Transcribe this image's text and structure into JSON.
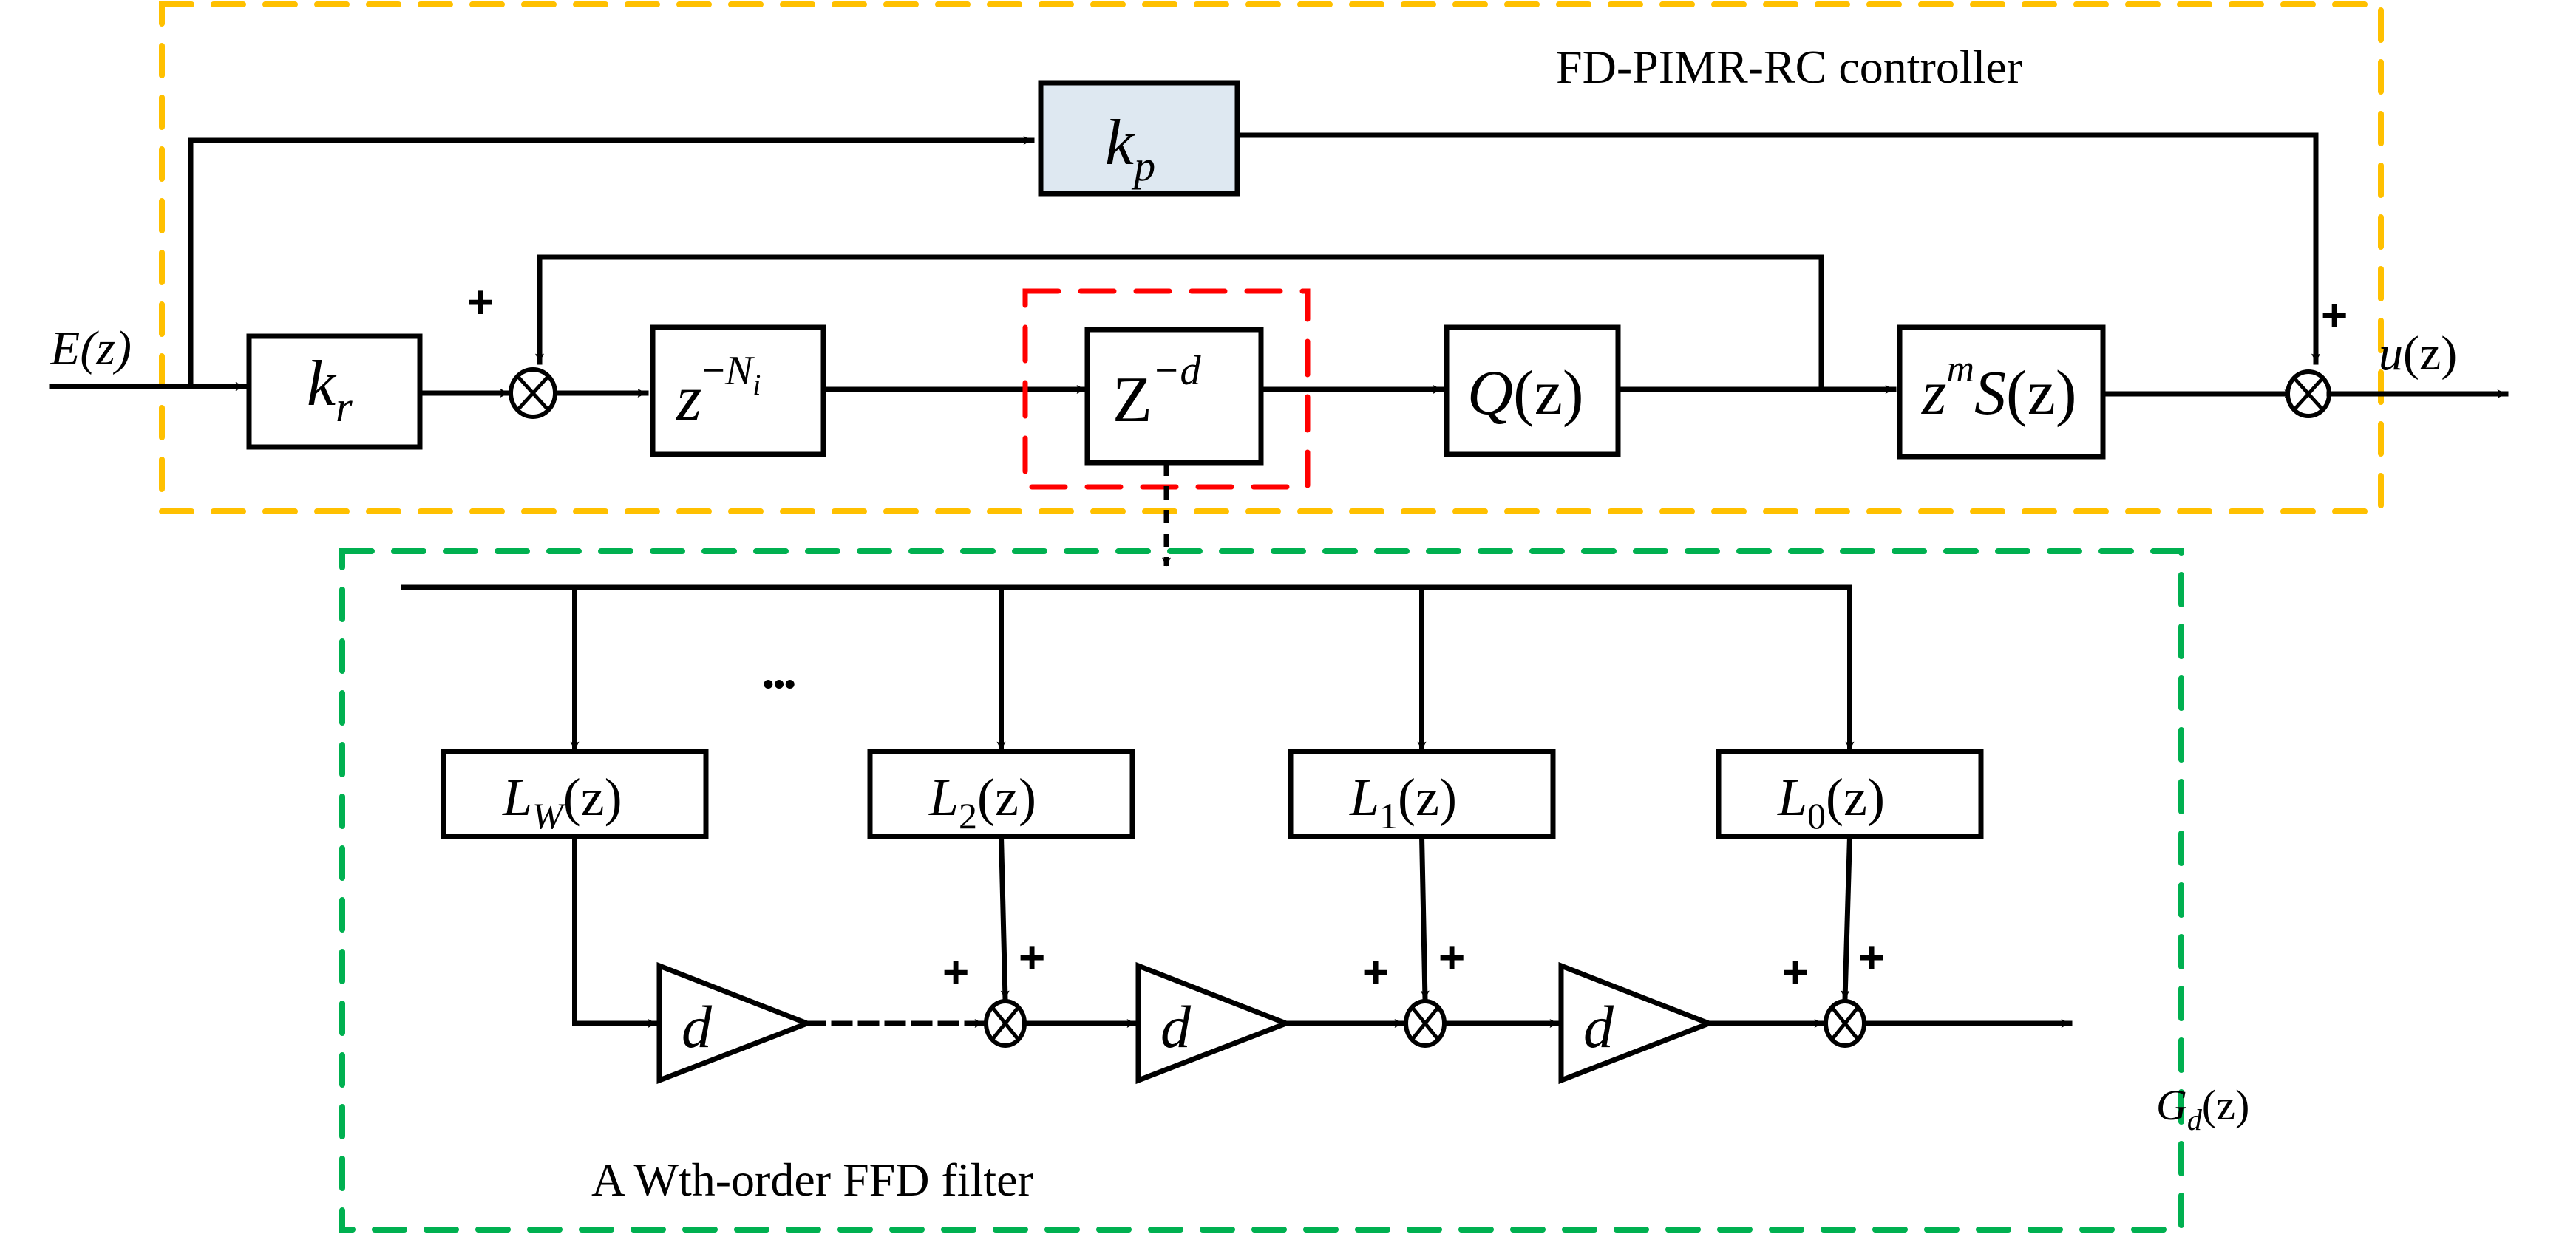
{
  "colors": {
    "controller_frame": "#FFC000",
    "highlight_frame": "#FF0000",
    "filter_frame": "#00B050",
    "kp_fill": "#DEE8F1",
    "line": "#000000"
  },
  "controller": {
    "title": "FD-PIMR-RC controller",
    "input_label": {
      "main": "E",
      "arg": "(z)"
    },
    "output_label": {
      "main": "u",
      "arg": "(z)"
    },
    "blocks": {
      "kp": {
        "base": "k",
        "sub": "p"
      },
      "kr": {
        "base": "k",
        "sub": "r"
      },
      "delay_n": {
        "base": "z",
        "sup_prefix": "−",
        "sup": "N",
        "sup_sub": "i"
      },
      "frac_delay": {
        "base": "Z",
        "sup": "−d"
      },
      "q": {
        "base": "Q",
        "arg": "(z)"
      },
      "s": {
        "base": "z",
        "sup": "m",
        "main": "S",
        "arg": "(z)"
      }
    },
    "signs": {
      "sum1_feedback": "+",
      "sum_out_kp": "+"
    }
  },
  "filter": {
    "title": "A Wth-order FFD filter",
    "ellipsis": "•••",
    "lagrange_blocks": [
      {
        "base": "L",
        "sub": "W",
        "arg": "(z)"
      },
      {
        "base": "L",
        "sub": "2",
        "arg": "(z)"
      },
      {
        "base": "L",
        "sub": "1",
        "arg": "(z)"
      },
      {
        "base": "L",
        "sub": "0",
        "arg": "(z)"
      }
    ],
    "gain_label": "d",
    "sum_signs": [
      "+",
      "+"
    ],
    "output_label": {
      "main": "G",
      "sub": "d",
      "arg": "(z)"
    }
  }
}
